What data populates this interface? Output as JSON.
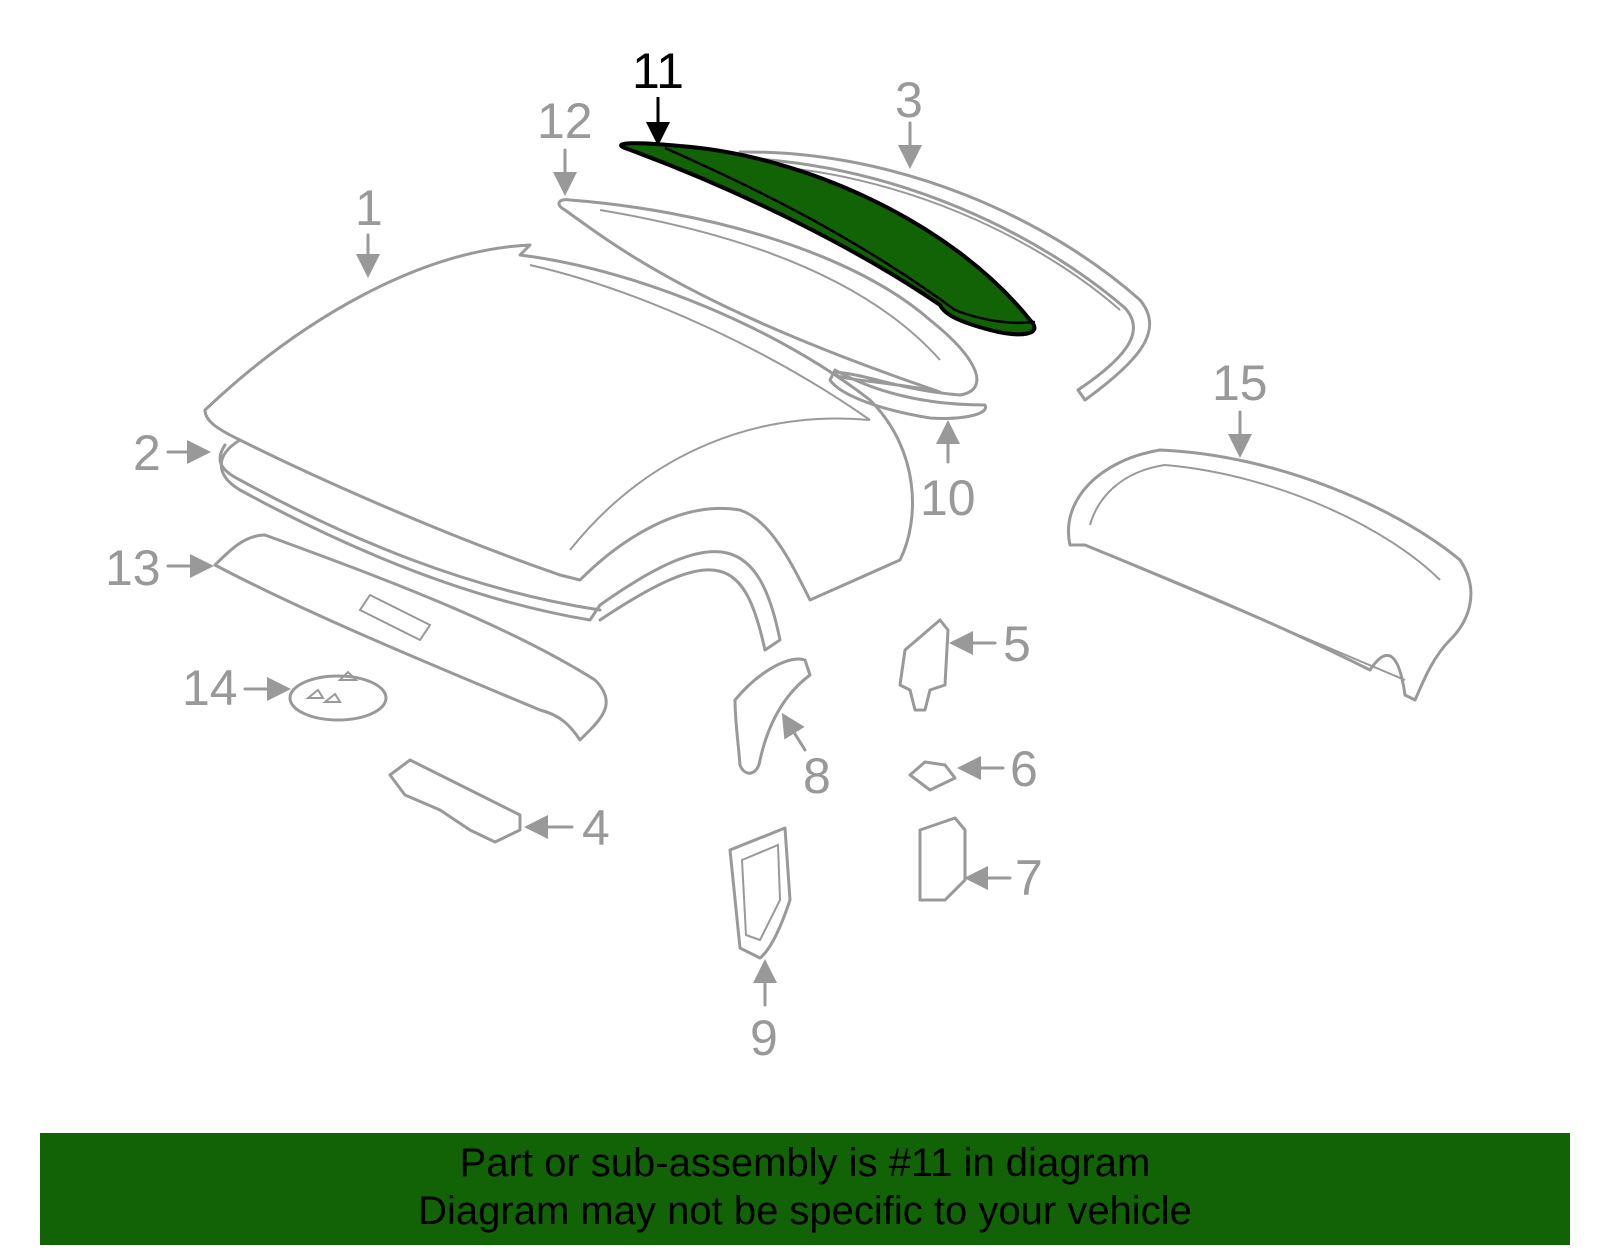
{
  "diagram": {
    "highlighted_part": "11",
    "highlight_color": "#116306",
    "line_color": "#999999",
    "callouts": [
      "1",
      "2",
      "3",
      "4",
      "5",
      "6",
      "7",
      "8",
      "9",
      "10",
      "11",
      "12",
      "13",
      "14",
      "15"
    ]
  },
  "banner": {
    "line1": "Part or sub-assembly is #11 in diagram",
    "line2": "Diagram may not be specific to your vehicle"
  }
}
